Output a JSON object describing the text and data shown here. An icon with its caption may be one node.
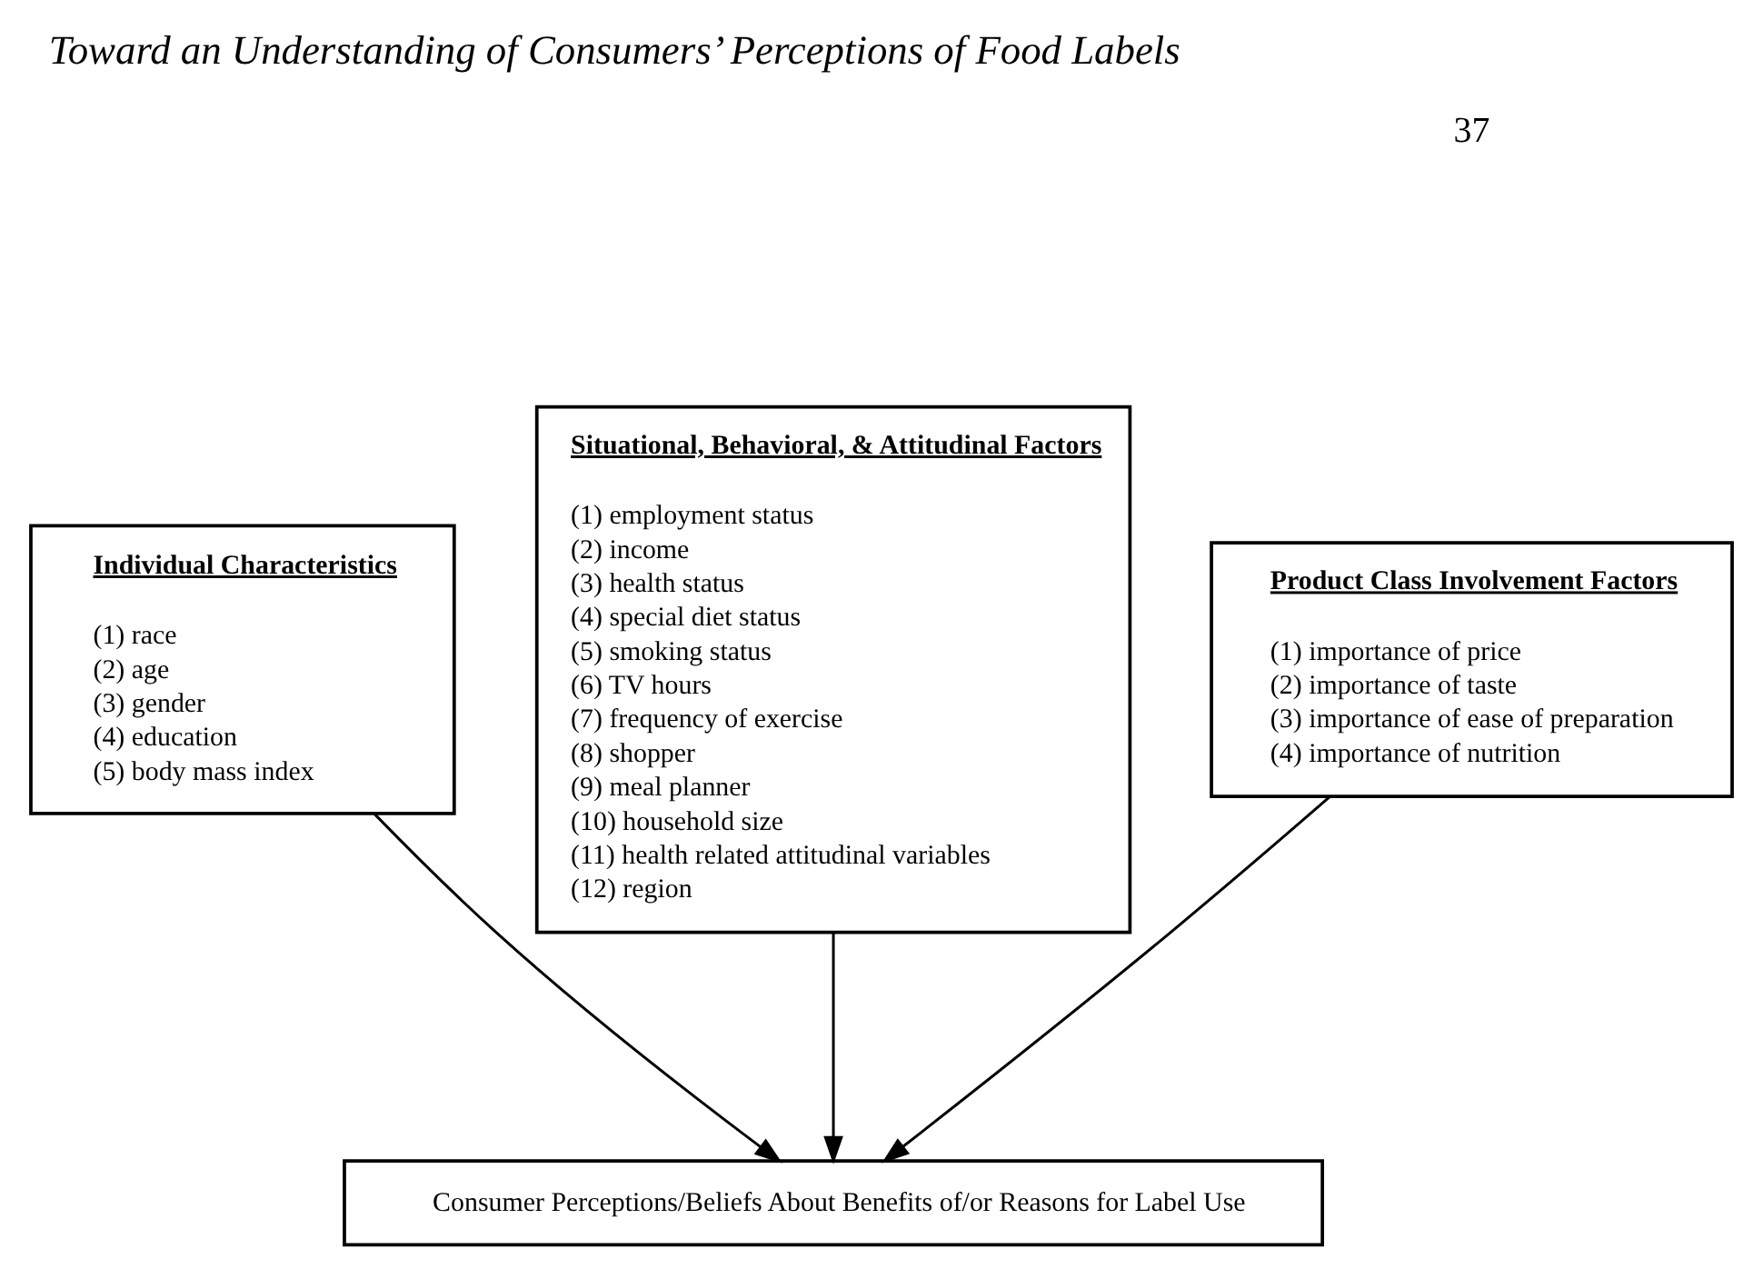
{
  "diagram": {
    "title": "Toward an Understanding of Consumers’ Perceptions of Food Labels",
    "nodes": [
      {
        "text": [
          "Individual Characteristics",
          "(1) race",
          "(2) age",
          "(3) gender",
          "(4) education",
          "(5) body mass index"
        ]
      },
      {
        "text": [
          "Situational, Behavioral, & Attitudinal Factors",
          "(1) employment status",
          "(2) income",
          "(3) health status",
          "(4) special diet status",
          "(5) smoking status",
          "(6) TV hours",
          "(7) frequency of exercise",
          "(8) shopper",
          "(9) meal planner",
          "(10) household size",
          "(11) health related attitudinal variables",
          "(12) region"
        ]
      },
      {
        "text": [
          "Product Class Involvement Factors",
          "(1) importance of price",
          "(2) importance of taste",
          "(3) importance of ease of preparation",
          "(4) importance of nutrition"
        ]
      },
      {
        "text": [
          "Consumer Perceptions/Beliefs About Benefits of/or Reasons for Label Use"
        ]
      }
    ],
    "edges": [
      {
        "from": 0,
        "to": 3,
        "arrow": "to"
      },
      {
        "from": 1,
        "to": 3,
        "arrow": "to"
      },
      {
        "from": 2,
        "to": 3,
        "arrow": "to"
      }
    ],
    "labels": [
      "37"
    ]
  }
}
